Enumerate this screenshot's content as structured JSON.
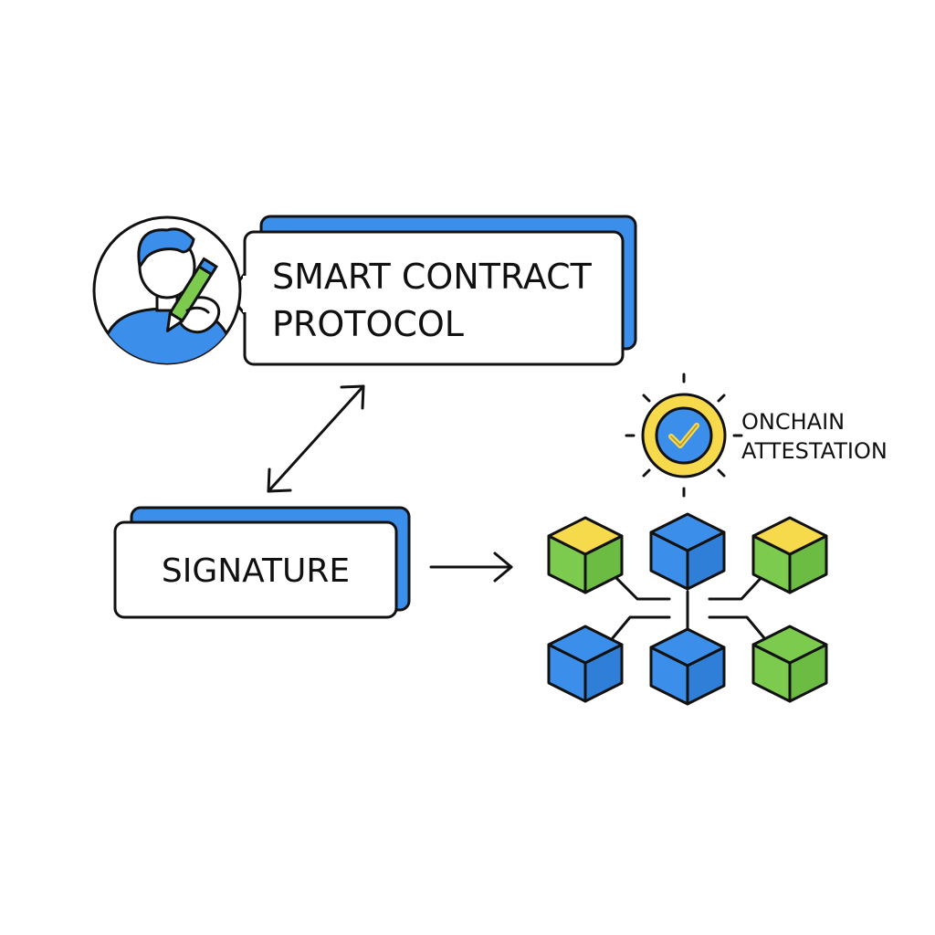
{
  "colors": {
    "outline": "#111111",
    "blue": "#3b8eea",
    "green": "#7ccb4f",
    "yellow": "#f7d94c",
    "skin": "#ffffff",
    "background": "#ffffff"
  },
  "diagram": {
    "contract_card": {
      "line1": "SMART CONTRACT",
      "line2": "PROTOCOL",
      "icon": "user-signing-icon"
    },
    "signature_card": {
      "label": "SIGNATURE"
    },
    "attestation": {
      "line1": "ONCHAIN",
      "line2": "ATTESTATION",
      "icon": "checkmark-badge-icon"
    },
    "blocks": [
      {
        "id": "top-left",
        "top": "yellow",
        "side": "green"
      },
      {
        "id": "top-center",
        "top": "blue",
        "side": "blue"
      },
      {
        "id": "top-right",
        "top": "yellow",
        "side": "green"
      },
      {
        "id": "bottom-left",
        "top": "blue",
        "side": "blue"
      },
      {
        "id": "bottom-center",
        "top": "blue",
        "side": "blue"
      },
      {
        "id": "bottom-right",
        "top": "green",
        "side": "green"
      }
    ],
    "connectors": [
      {
        "name": "contract-signature-arrow",
        "type": "bidirectional"
      },
      {
        "name": "signature-chain-arrow",
        "type": "forward"
      }
    ]
  }
}
